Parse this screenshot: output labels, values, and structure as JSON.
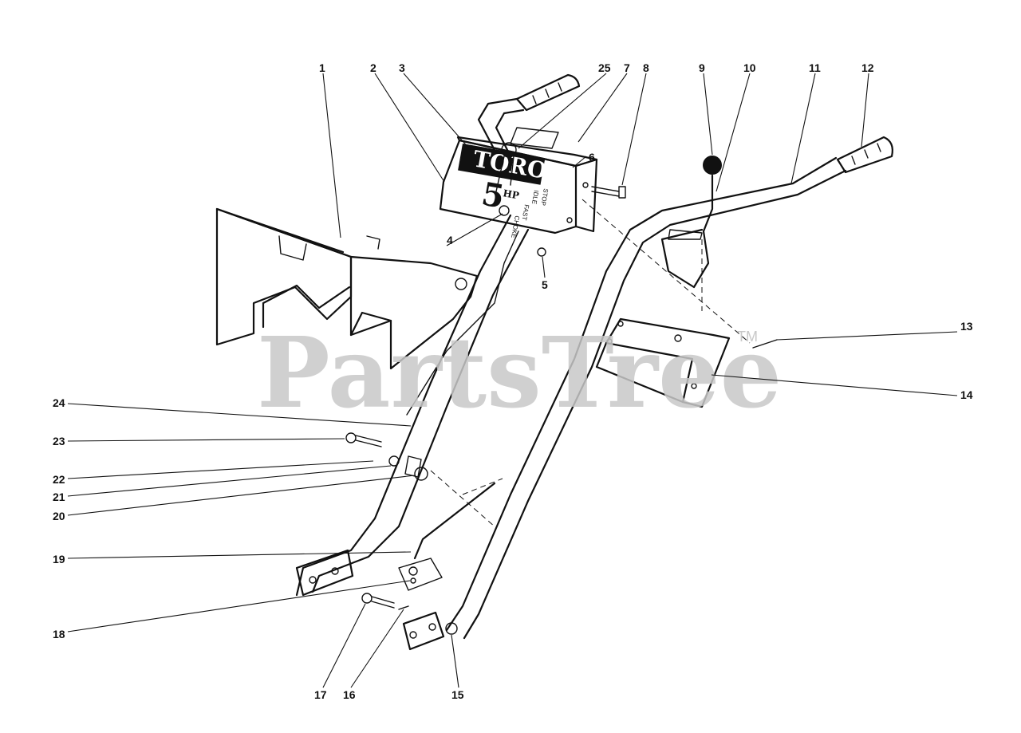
{
  "watermark": {
    "text": "PartsTree",
    "trademark": "TM"
  },
  "decal": {
    "brand": "TORO",
    "horsepower": "5",
    "unit": "HP",
    "positions": [
      "STOP",
      "IDLE",
      "FAST",
      "CHOKE"
    ]
  },
  "callouts": [
    "1",
    "2",
    "3",
    "4",
    "5",
    "6",
    "7",
    "8",
    "9",
    "10",
    "11",
    "12",
    "13",
    "14",
    "15",
    "16",
    "17",
    "18",
    "19",
    "20",
    "21",
    "22",
    "23",
    "24",
    "25"
  ],
  "colors": {
    "line": "#111111",
    "watermark": "#c8c8c8",
    "knob": "#111111"
  }
}
